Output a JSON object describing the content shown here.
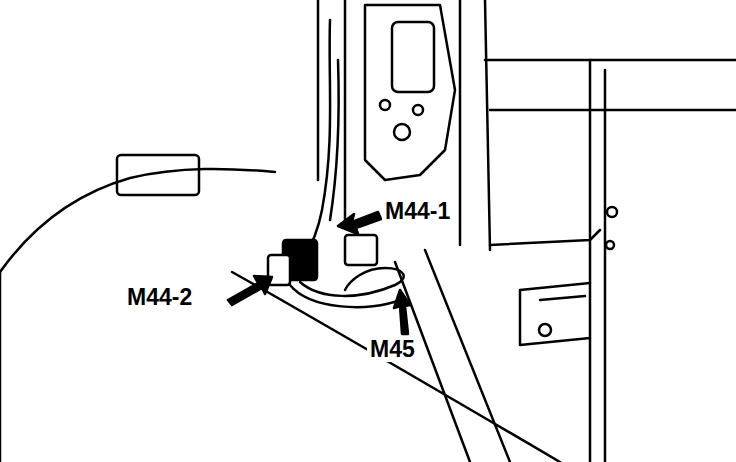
{
  "diagram": {
    "labels": [
      "M44-1",
      "M44-2",
      "M45"
    ]
  }
}
